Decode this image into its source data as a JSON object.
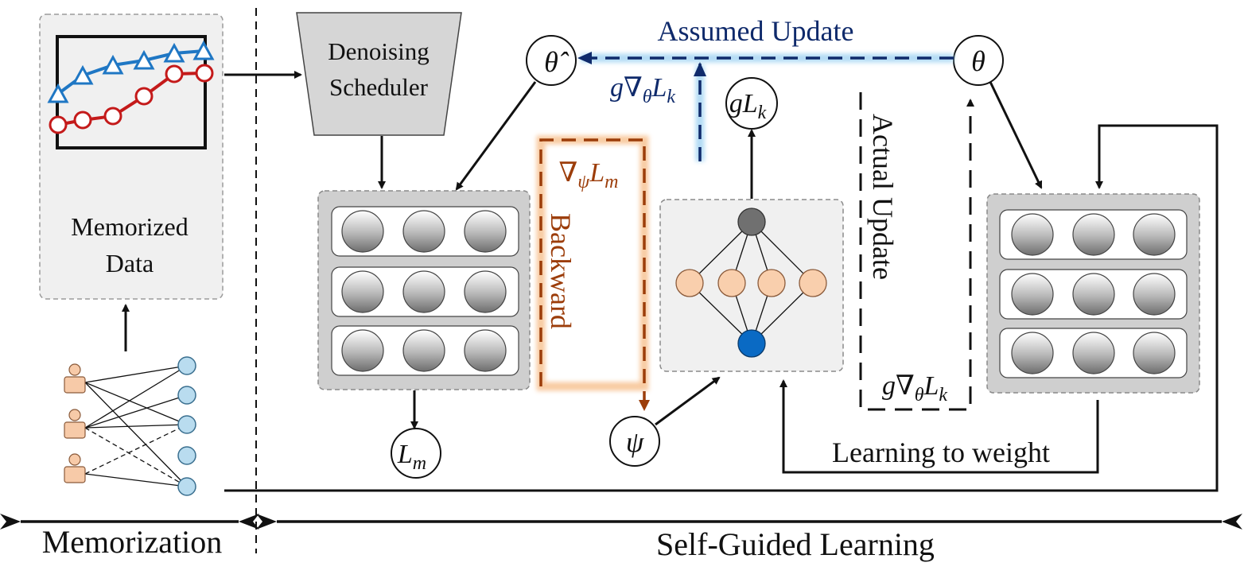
{
  "labels": {
    "memorized_line1": "Memorized",
    "memorized_line2": "Data",
    "scheduler_line1": "Denoising",
    "scheduler_line2": "Scheduler",
    "assumed_update": "Assumed Update",
    "actual_update": "Actual Update",
    "backward": "Backward",
    "learning_to_weight": "Learning to weight",
    "memorization": "Memorization",
    "self_guided": "Self-Guided Learning"
  },
  "math": {
    "theta_hat": "θ̂",
    "theta": "θ",
    "psi": "ψ",
    "L_m_base": "L",
    "L_m_sub": "m",
    "gLk_base": "gL",
    "gLk_sub": "k",
    "assumed_grad_base": "g∇",
    "assumed_grad_sub1": "θ",
    "assumed_grad_mid": "L",
    "assumed_grad_sub2": "k",
    "actual_grad_base": "g∇",
    "actual_grad_sub1": "θ",
    "actual_grad_mid": "L",
    "actual_grad_sub2": "k",
    "backward_grad_base": "∇",
    "backward_grad_sub1": "ψ",
    "backward_grad_mid": "L",
    "backward_grad_sub2": "m"
  },
  "colors": {
    "assumed": "#0f2a6b",
    "backward": "#9c3d0a",
    "glow_blue": "#9fd2f2",
    "glow_orange": "#f7be8a",
    "triangle_series": "#1f77c4",
    "circle_series": "#c41a1a",
    "panel": "#d4d4d4",
    "user": "#f7caa8",
    "item": "#b9dcef",
    "output_node": "#707070",
    "hidden_node": "#f9cfad",
    "input_node": "#0a6ac4"
  }
}
